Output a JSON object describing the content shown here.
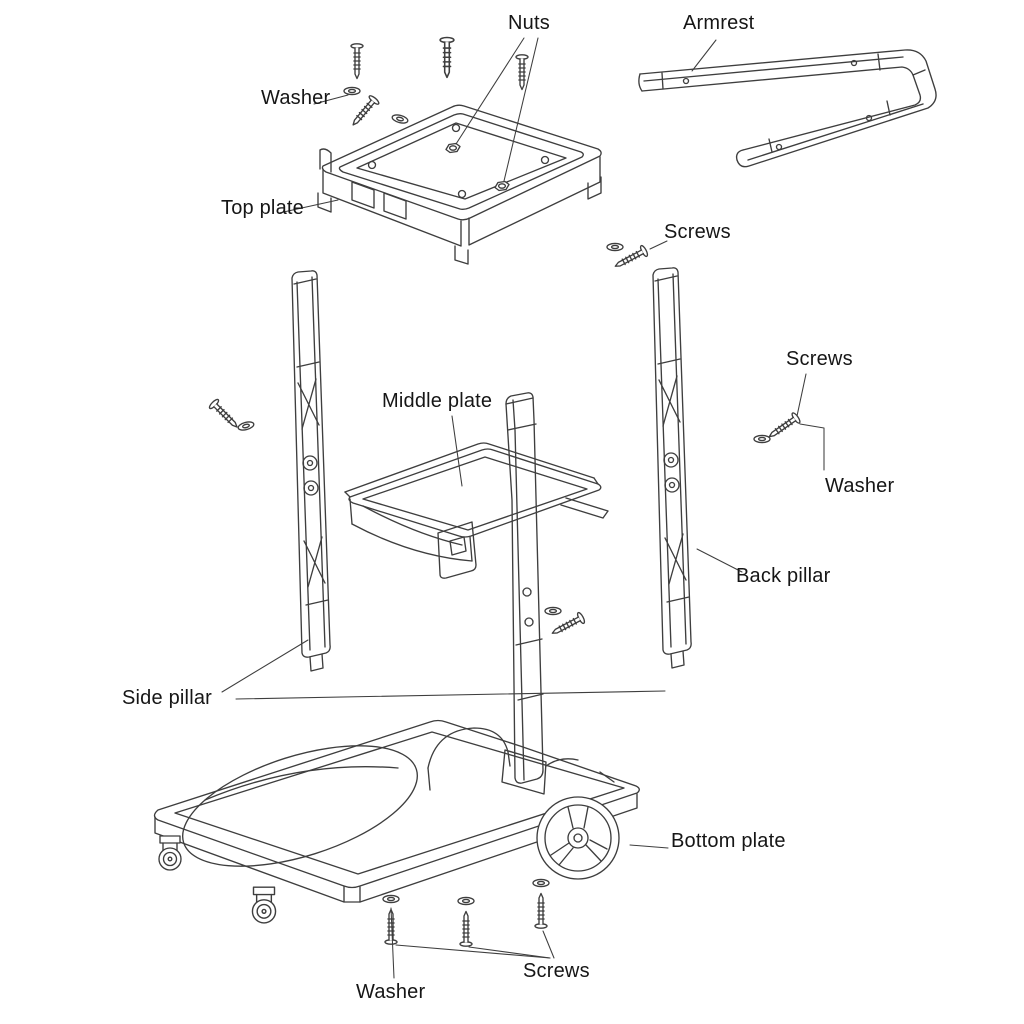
{
  "page": {
    "background_color": "#ffffff",
    "line_color": "#3e3e3e",
    "text_color": "#161616"
  },
  "diagram": {
    "type": "exploded-assembly-diagram",
    "labels": {
      "nuts": "Nuts",
      "armrest": "Armrest",
      "washer_top": "Washer",
      "top_plate": "Top plate",
      "screws_top": "Screws",
      "middle_plate": "Middle plate",
      "screws_right": "Screws",
      "washer_right": "Washer",
      "back_pillar": "Back pillar",
      "side_pillar": "Side pillar",
      "bottom_plate": "Bottom plate",
      "washer_bottom": "Washer",
      "screws_bottom": "Screws"
    }
  }
}
